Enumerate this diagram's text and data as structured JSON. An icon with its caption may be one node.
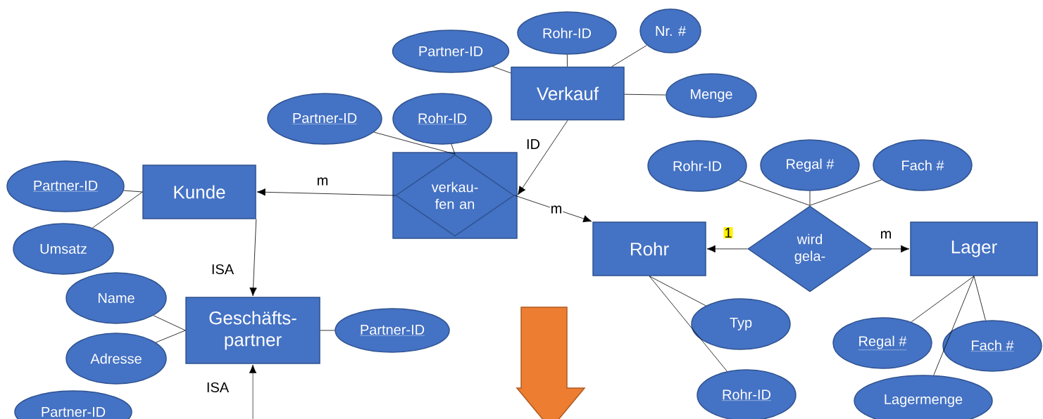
{
  "diagram": {
    "nodes": [
      {
        "text": [
          "Partner-ID"
        ]
      },
      {
        "text": [
          "Rohr-ID"
        ]
      },
      {
        "text": [
          "Nr. #"
        ]
      },
      {
        "text": [
          "Verkauf"
        ]
      },
      {
        "text": [
          "Menge"
        ]
      },
      {
        "text": [
          "Partner-ID"
        ]
      },
      {
        "text": [
          "Rohr-ID"
        ]
      },
      {
        "text": [],
        "shape": "box"
      },
      {
        "text": [
          "verkau- fen an"
        ],
        "in": 7
      },
      {
        "text": [
          "Partner-ID"
        ]
      },
      {
        "text": [
          "Kunde"
        ]
      },
      {
        "text": [
          "Umsatz"
        ]
      },
      {
        "text": [
          "Rohr-ID"
        ]
      },
      {
        "text": [
          "Regal #"
        ]
      },
      {
        "text": [
          "Fach #"
        ]
      },
      {
        "text": [
          "Rohr"
        ]
      },
      {
        "text": [
          "wird gela-"
        ]
      },
      {
        "text": [
          "Lager"
        ]
      },
      {
        "text": [
          "Name"
        ]
      },
      {
        "text": [
          "Geschäfts- partner"
        ]
      },
      {
        "text": [
          "Partner-ID"
        ]
      },
      {
        "text": [
          "Adresse"
        ]
      },
      {
        "text": [
          "Typ"
        ]
      },
      {
        "text": [
          "Regal #"
        ]
      },
      {
        "text": [
          "Fach #"
        ]
      },
      {
        "text": [
          "Rohr-ID"
        ]
      },
      {
        "text": [
          "Lagermenge"
        ]
      },
      {
        "text": [
          "Partner-ID"
        ]
      }
    ],
    "edges": [
      {
        "from": 0,
        "to": 3,
        "arrow": "none"
      },
      {
        "from": 1,
        "to": 3,
        "arrow": "none"
      },
      {
        "from": 2,
        "to": 3,
        "arrow": "none"
      },
      {
        "from": 4,
        "to": 3,
        "arrow": "none"
      },
      {
        "from": 3,
        "to": 7,
        "arrow": "to",
        "label": "ID"
      },
      {
        "from": 5,
        "to": 8,
        "arrow": "none"
      },
      {
        "from": 6,
        "to": 8,
        "arrow": "none"
      },
      {
        "from": 8,
        "to": 10,
        "arrow": "to",
        "label": "m"
      },
      {
        "from": 8,
        "to": 15,
        "arrow": "to",
        "label": "m"
      },
      {
        "from": 9,
        "to": 10,
        "arrow": "none"
      },
      {
        "from": 11,
        "to": 10,
        "arrow": "none"
      },
      {
        "from": 10,
        "to": 19,
        "arrow": "to",
        "label": "ISA"
      },
      {
        "from": 12,
        "to": 16,
        "arrow": "none"
      },
      {
        "from": 13,
        "to": 16,
        "arrow": "none"
      },
      {
        "from": 14,
        "to": 16,
        "arrow": "none"
      },
      {
        "from": 16,
        "to": 15,
        "arrow": "to",
        "label": "1"
      },
      {
        "from": 16,
        "to": 17,
        "arrow": "to",
        "label": "m"
      },
      {
        "from": 18,
        "to": 19,
        "arrow": "none"
      },
      {
        "from": 21,
        "to": 19,
        "arrow": "none"
      },
      {
        "from": 20,
        "to": 19,
        "arrow": "none"
      },
      {
        "from": 22,
        "to": 15,
        "arrow": "none"
      },
      {
        "from": 25,
        "to": 15,
        "arrow": "none"
      },
      {
        "from": 23,
        "to": 17,
        "arrow": "none"
      },
      {
        "from": 24,
        "to": 17,
        "arrow": "none"
      },
      {
        "from": 26,
        "to": 17,
        "arrow": "none"
      },
      {
        "from": null,
        "to": 19,
        "arrow": "to",
        "label": "ISA"
      }
    ]
  }
}
